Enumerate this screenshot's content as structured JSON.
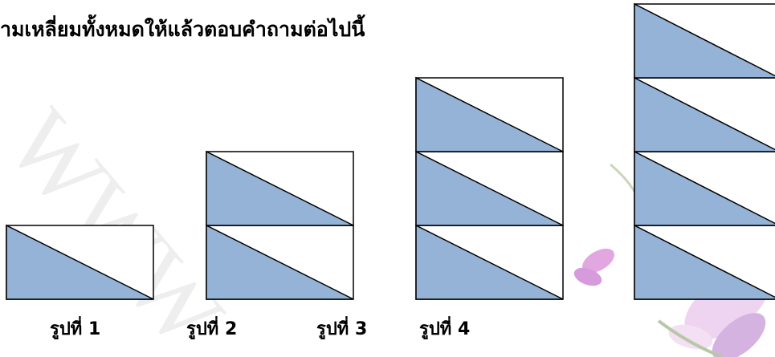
{
  "instruction": "ามเหลี่ยมทั้งหมดให้แล้วตอบคำถามต่อไปนี้",
  "watermark": "WWW",
  "colors": {
    "triangle_fill": "#95b3d7",
    "outline": "#000000",
    "watermark": "#e8e8e8",
    "flower_pink": "#d98ad8",
    "flower_purple": "#b070c8"
  },
  "figures": [
    {
      "caption": "รูปที่  1",
      "stack_count": 1
    },
    {
      "caption": "รูปที่   2",
      "stack_count": 2
    },
    {
      "caption": "รูปที่   3",
      "stack_count": 3
    },
    {
      "caption": "รูปที่   4",
      "stack_count": 4
    }
  ]
}
